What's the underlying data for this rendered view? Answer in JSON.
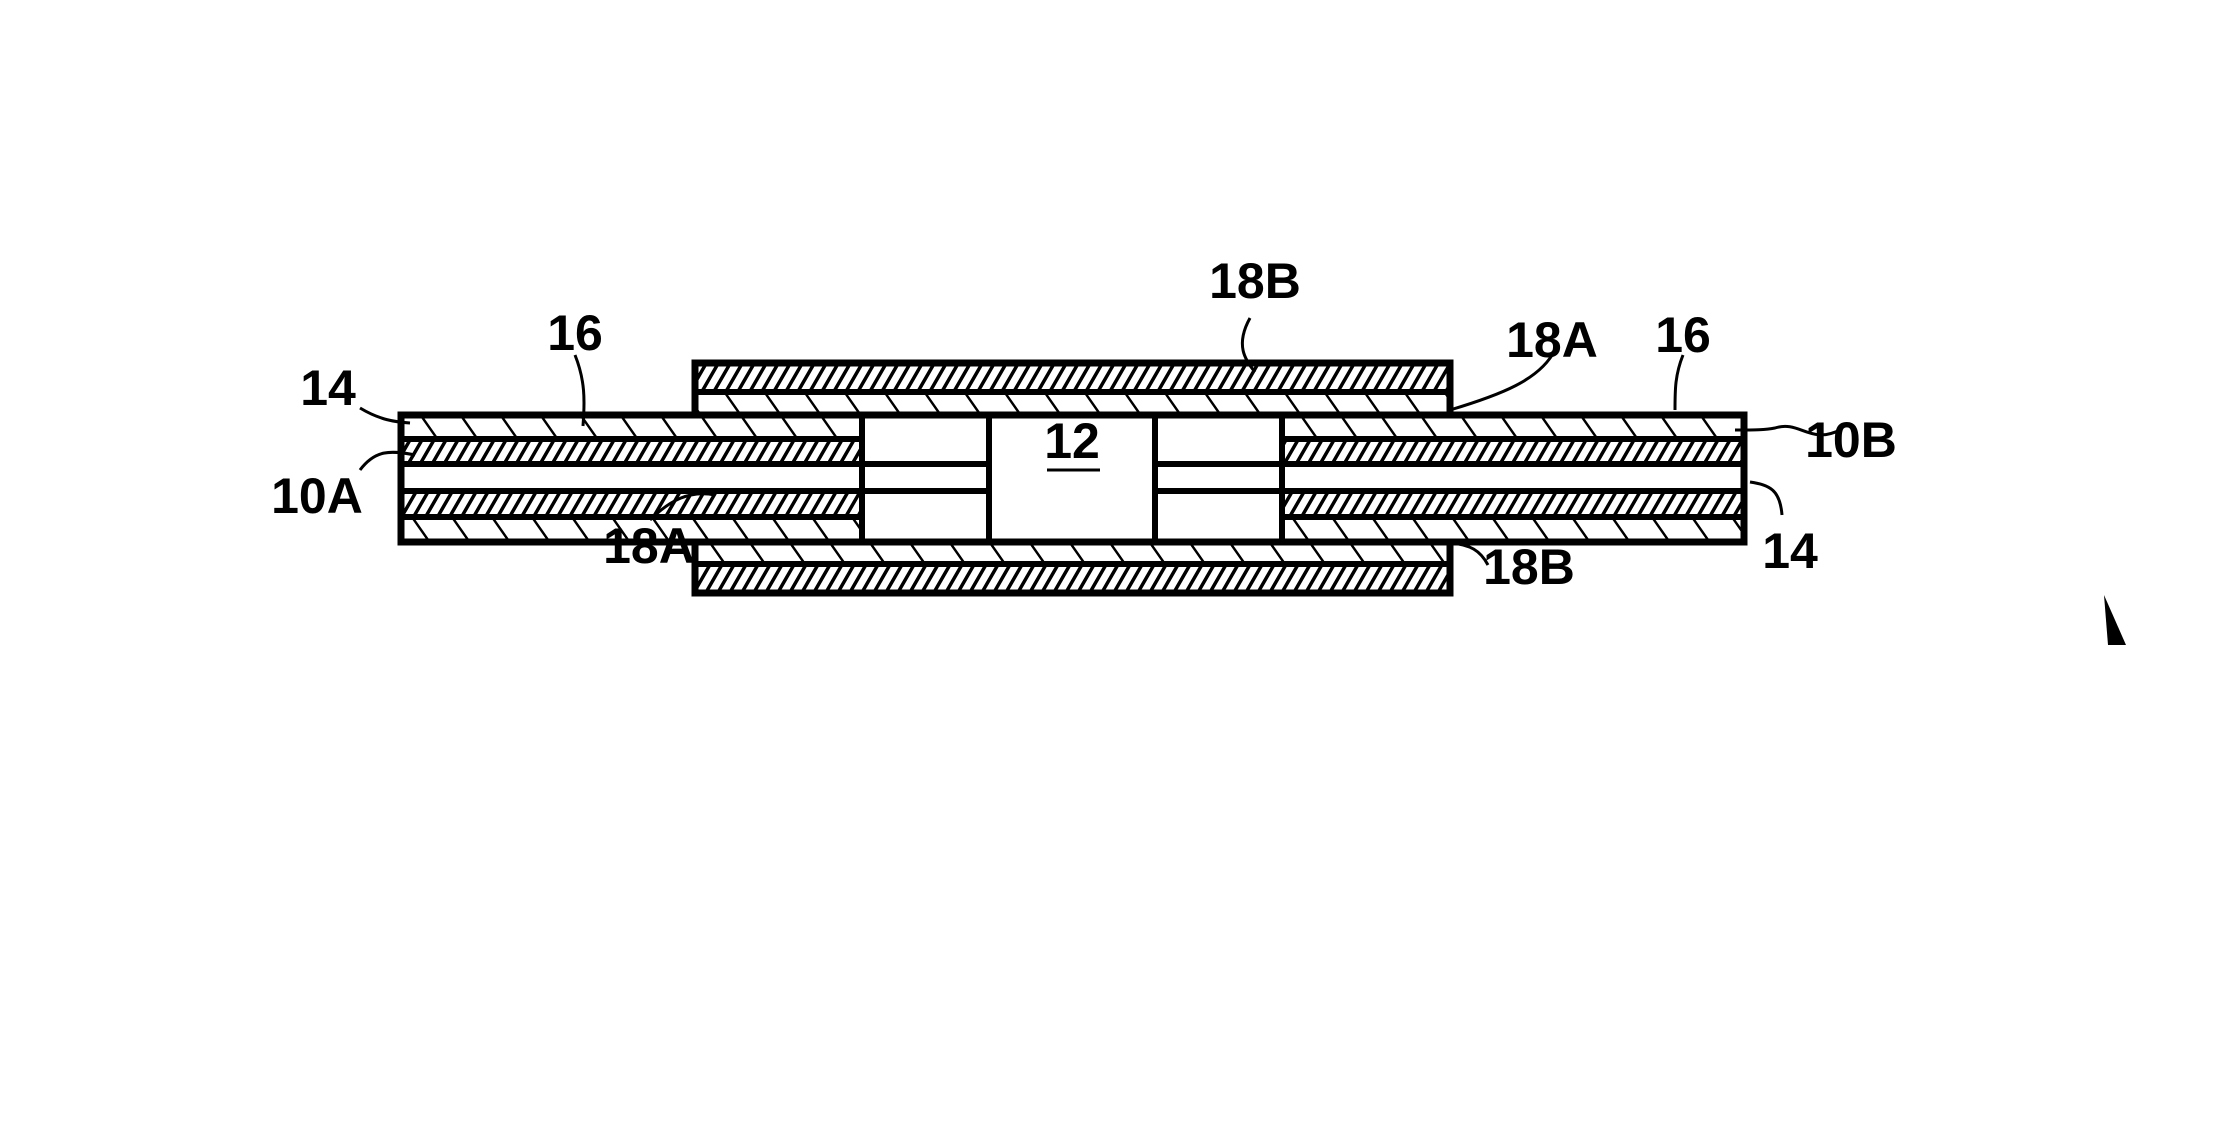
{
  "figure": {
    "labels": {
      "ref_18b_top": "18B",
      "ref_16_left": "16",
      "ref_14_left": "14",
      "ref_10a": "10A",
      "ref_18a_bottom": "18A",
      "ref_18a_top": "18A",
      "ref_16_right": "16",
      "ref_10b": "10B",
      "ref_14_right": "14",
      "ref_18b_bottom": "18B",
      "ref_12": "12"
    },
    "colors": {
      "ink": "#000000",
      "background": "#ffffff"
    }
  }
}
